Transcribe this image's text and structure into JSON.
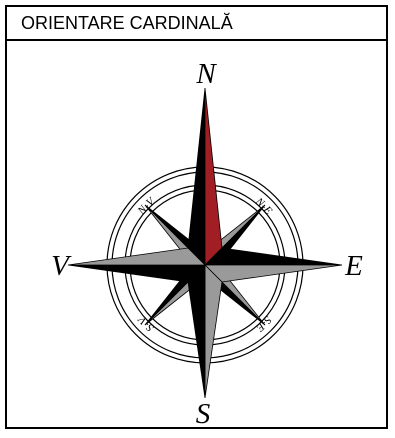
{
  "header": {
    "title": "ORIENTARE CARDINALĂ"
  },
  "compass": {
    "cardinals": {
      "north": "N",
      "east": "E",
      "south": "S",
      "west": "V"
    },
    "ordinals": {
      "northeast": "N-E",
      "southeast": "S-E",
      "southwest": "S-V",
      "northwest": "N-V"
    },
    "colors": {
      "north_arrow_right": "#a11f24",
      "main_dark": "#000000",
      "main_light": "#9a9a9a"
    }
  }
}
